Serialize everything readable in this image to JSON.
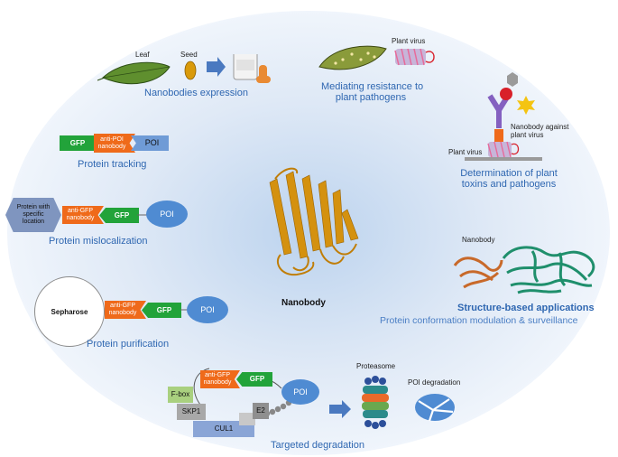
{
  "center": {
    "label": "Nanobody"
  },
  "expression": {
    "leaf_label": "Leaf",
    "seed_label": "Seed",
    "caption": "Nanobodies expression"
  },
  "resistance": {
    "virus_label": "Plant virus",
    "caption_line1": "Mediating resistance to",
    "caption_line2": "plant pathogens"
  },
  "determination": {
    "nanobody_label_line1": "Nanobody against",
    "nanobody_label_line2": "plant virus",
    "virus_label": "Plant virus",
    "caption_line1": "Determination of plant",
    "caption_line2": "toxins and pathogens"
  },
  "tracking": {
    "gfp": "GFP",
    "nb_line1": "anti-POI",
    "nb_line2": "nanobody",
    "poi": "POI",
    "caption": "Protein tracking"
  },
  "mislocalization": {
    "loc_line1": "Protein with",
    "loc_line2": "specific",
    "loc_line3": "location",
    "nb_line1": "anti-GFP",
    "nb_line2": "nanobody",
    "gfp": "GFP",
    "poi": "POI",
    "caption": "Protein mislocalization"
  },
  "purification": {
    "sepharose": "Sepharose",
    "nb_line1": "anti-GFP",
    "nb_line2": "nanobody",
    "gfp": "GFP",
    "poi": "POI",
    "caption": "Protein purification"
  },
  "structure": {
    "nanobody_label": "Nanobody",
    "caption": "Structure-based applications",
    "subcaption": "Protein conformation modulation & surveillance"
  },
  "degradation": {
    "nb_line1": "anti-GFP",
    "nb_line2": "nanobody",
    "gfp": "GFP",
    "poi": "POI",
    "fbox": "F-box",
    "skp1": "SKP1",
    "e2": "E2",
    "cul1": "CUL1",
    "proteasome_label": "Proteasome",
    "poi_degradation_label": "POI degradation",
    "caption": "Targeted degradation"
  },
  "colors": {
    "caption_blue": "#2f67b1",
    "gfp_green": "#22a33a",
    "nanobody_orange": "#ef6a1a",
    "poi_blue": "#4f8bd2",
    "protein_gold": "#d4910f",
    "structure_teal": "#1f8f6c"
  }
}
